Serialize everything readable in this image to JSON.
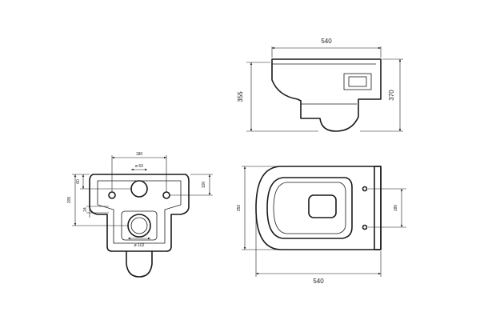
{
  "colors": {
    "line": "#1a1a1a",
    "background": "#ffffff"
  },
  "side_view": {
    "dim_width": "540",
    "dim_left_height": "355",
    "dim_right_height": "370"
  },
  "front_view": {
    "dim_top_width": "180",
    "dim_inlet_dia": "ø 60",
    "dim_outlet_dia": "ø 102",
    "dim_overall_height": "205",
    "dim_upper": "60",
    "dim_small": "24",
    "dim_right_height": "100"
  },
  "top_view": {
    "dim_depth": "350",
    "dim_bolt_spacing": "180",
    "dim_width": "540"
  }
}
